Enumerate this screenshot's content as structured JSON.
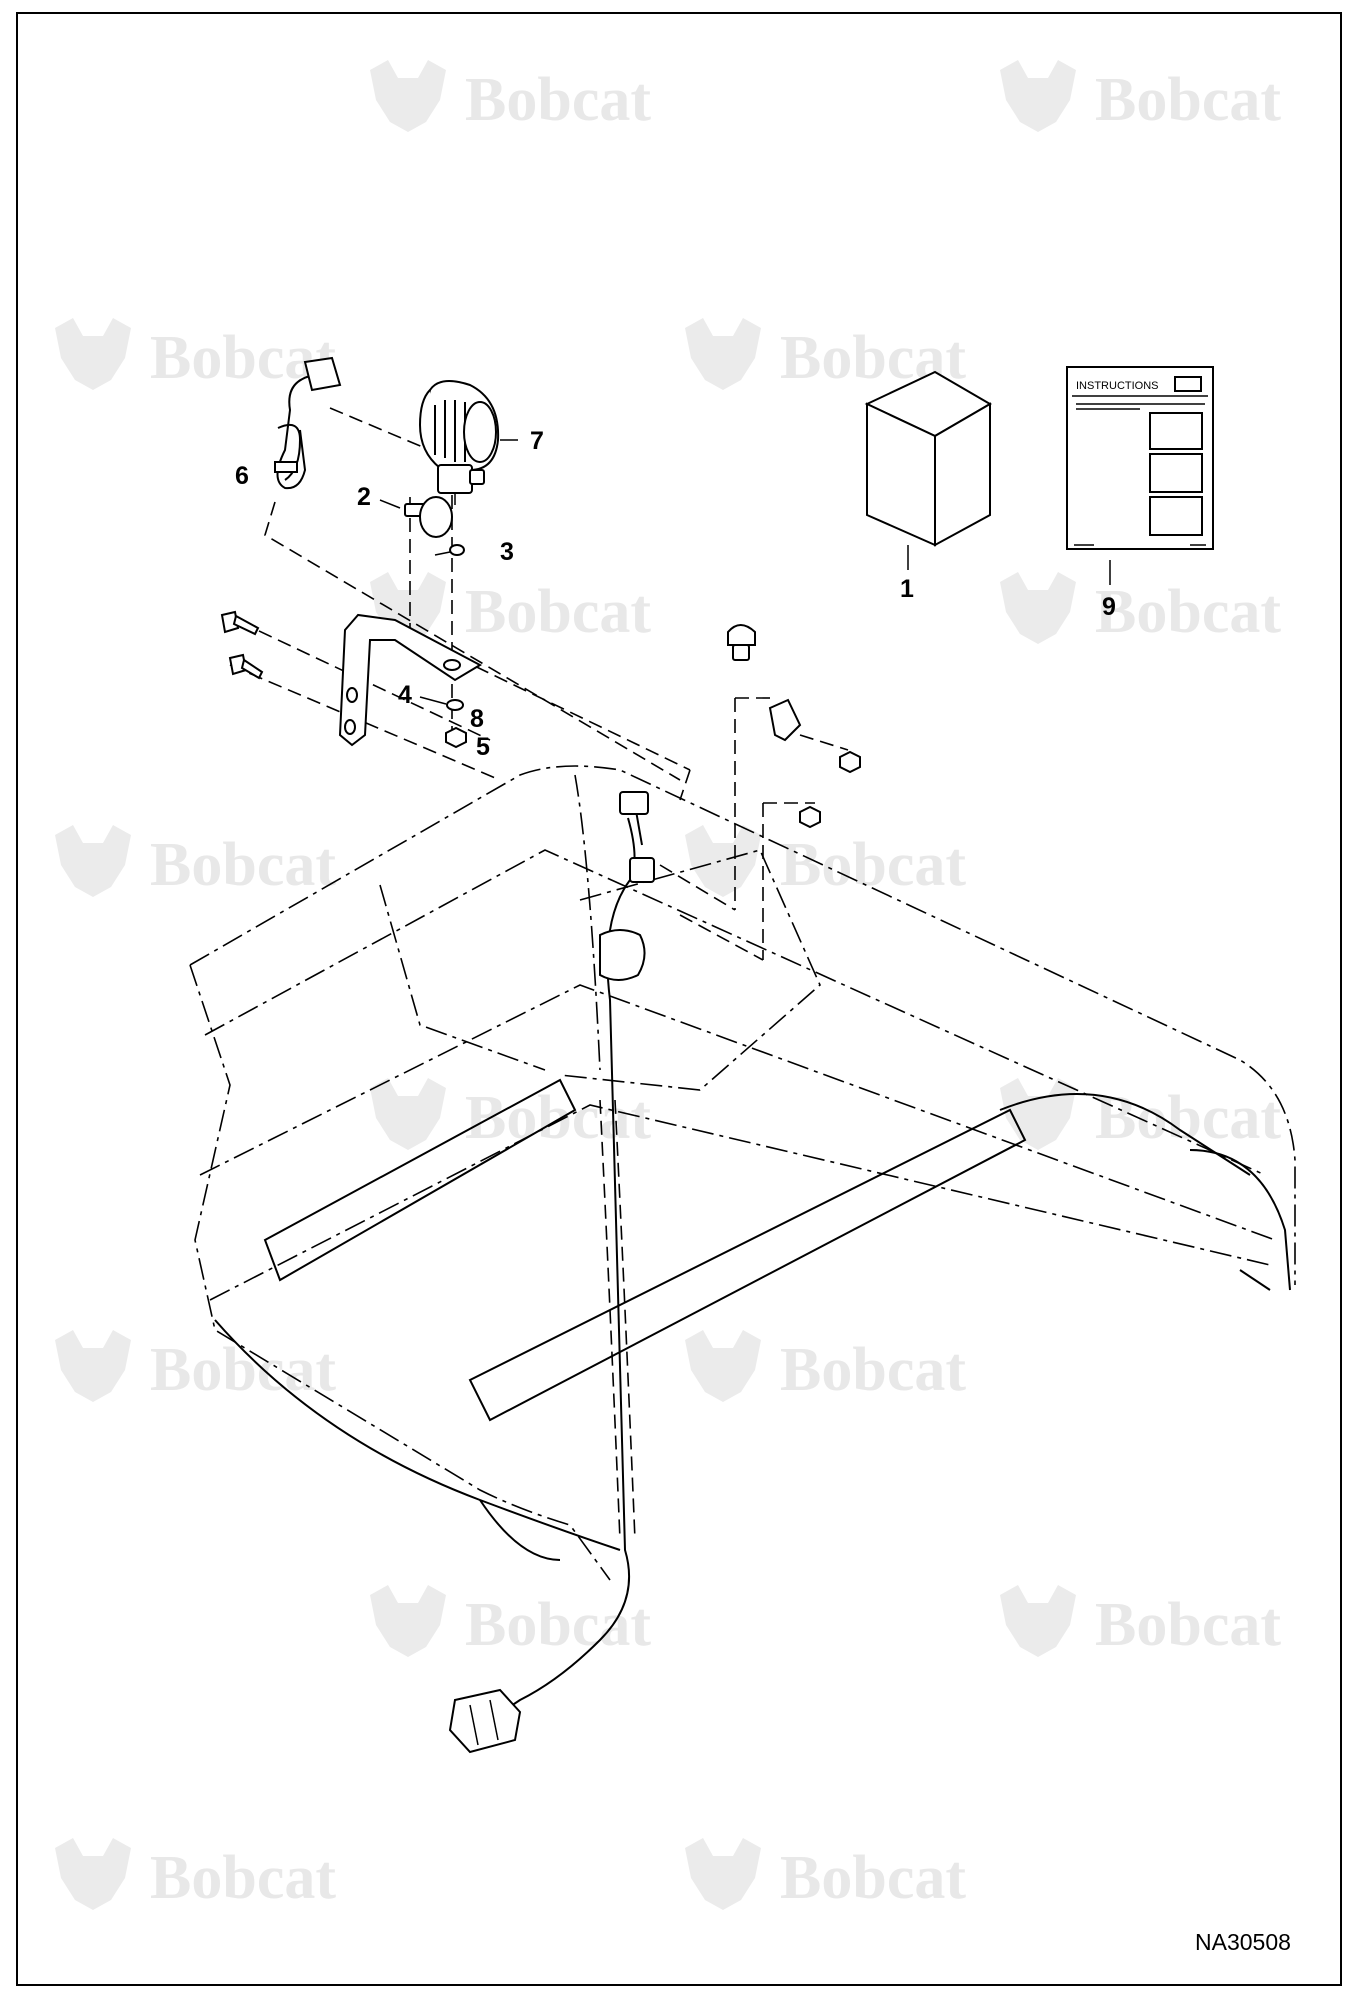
{
  "watermark": {
    "brand": "Bobcat"
  },
  "instruction_sheet": {
    "title": "INSTRUCTIONS"
  },
  "callouts": {
    "c1": "1",
    "c2": "2",
    "c3": "3",
    "c4": "4",
    "c5": "5",
    "c6": "6",
    "c7": "7",
    "c8": "8",
    "c9": "9"
  },
  "drawing_id": "NA30508"
}
